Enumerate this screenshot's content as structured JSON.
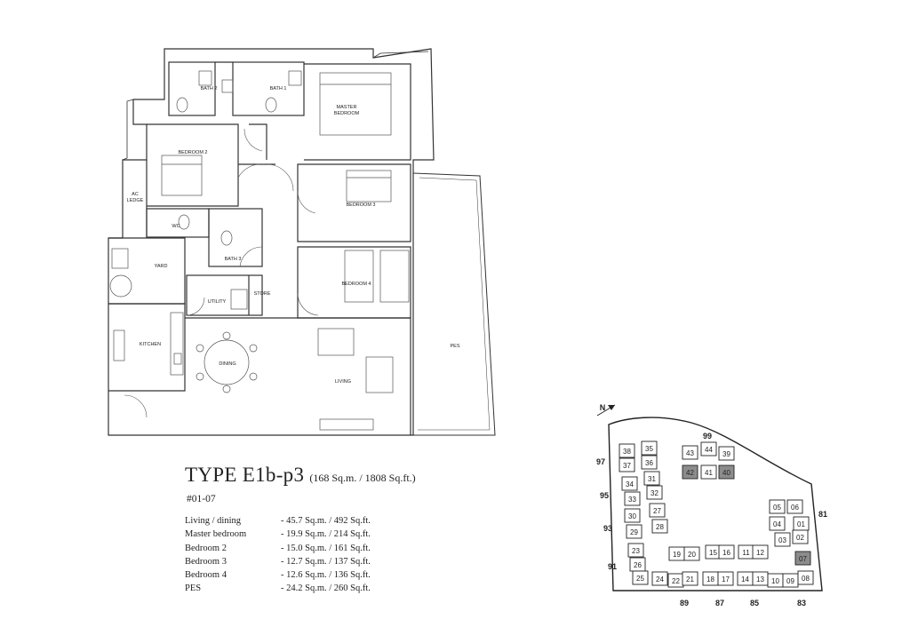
{
  "plan": {
    "rooms": {
      "bath2": "BATH 2",
      "bath1": "BATH 1",
      "master_l1": "MASTER",
      "master_l2": "BEDROOM",
      "bedroom2": "BEDROOM 2",
      "bedroom3": "BEDROOM 3",
      "bedroom4": "BEDROOM 4",
      "ac_l1": "AC",
      "ac_l2": "LEDGE",
      "wc": "WC",
      "bath3": "BATH 3",
      "yard": "YARD",
      "utility": "UTILITY",
      "store": "STORE",
      "kitchen": "KITCHEN",
      "dining": "DINING",
      "living": "LIVING",
      "pes": "PES"
    }
  },
  "unit": {
    "type": "TYPE E1b-p3",
    "area": "(168 Sq.m. / 1808 Sq.ft.)",
    "number": "#01-07",
    "breakdown": [
      {
        "name": "Living / dining",
        "value": "- 45.7 Sq.m. / 492 Sq.ft."
      },
      {
        "name": "Master bedroom",
        "value": "- 19.9 Sq.m. / 214 Sq.ft."
      },
      {
        "name": "Bedroom 2",
        "value": "- 15.0 Sq.m. / 161 Sq.ft."
      },
      {
        "name": "Bedroom 3",
        "value": "- 12.7 Sq.m. / 137 Sq.ft."
      },
      {
        "name": "Bedroom 4",
        "value": "- 12.6 Sq.m. / 136 Sq.ft."
      },
      {
        "name": "PES",
        "value": "- 24.2 Sq.m. / 260 Sq.ft."
      }
    ]
  },
  "site": {
    "north": "N",
    "roads": {
      "r99": "99",
      "r97": "97",
      "r95": "95",
      "r93": "93",
      "r91": "91",
      "r81": "81",
      "r89": "89",
      "r87": "87",
      "r85": "85",
      "r83": "83"
    },
    "blocks": [
      "38",
      "35",
      "37",
      "36",
      "34",
      "31",
      "33",
      "32",
      "30",
      "27",
      "29",
      "28",
      "43",
      "44",
      "39",
      "42",
      "41",
      "40",
      "23",
      "26",
      "25",
      "24",
      "22",
      "21",
      "19",
      "20",
      "15",
      "16",
      "11",
      "12",
      "18",
      "17",
      "14",
      "13",
      "10",
      "09",
      "05",
      "06",
      "04",
      "01",
      "03",
      "02",
      "07",
      "08"
    ],
    "highlight_color": "#8c8c8c"
  }
}
